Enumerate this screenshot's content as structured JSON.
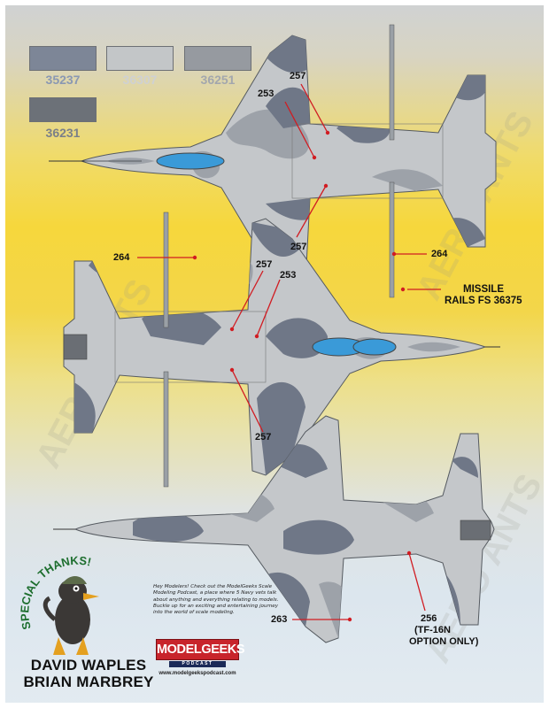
{
  "swatches": [
    {
      "code": "35237",
      "color": "#7d8697",
      "text_color": "#8a98b2"
    },
    {
      "code": "36307",
      "color": "#c3c6c8",
      "text_color": "#cfd1d2"
    },
    {
      "code": "36251",
      "color": "#969aa0",
      "text_color": "#a3a7ad"
    },
    {
      "code": "36231",
      "color": "#6c7178",
      "text_color": "#7b8088"
    }
  ],
  "callouts": {
    "top_257a": "257",
    "top_253": "253",
    "top_257b": "257",
    "mid_264_left": "264",
    "mid_264_right": "264",
    "mid_257a": "257",
    "mid_253": "253",
    "mid_257b": "257",
    "missile_rails_line1": "MISSILE",
    "missile_rails_line2": "RAILS FS 36375",
    "bot_263": "263",
    "bot_256_line1": "256",
    "bot_256_line2": "(TF-16N",
    "bot_256_line3": "OPTION ONLY)"
  },
  "thanks": {
    "banner": "SPECIAL THANKS!",
    "name1": "DAVID WAPLES",
    "name2": "BRIAN MARBREY"
  },
  "promo": {
    "text": "Hey Modelers! Check out the ModelGeeks Scale Modeling Podcast, a place where 5 Navy vets talk about anything and everything relating to models. Buckle up for an exciting and entertaining journey into the world of scale modeling.",
    "logo": "MODELGEEKS",
    "logo_sub": "PODCAST",
    "url": "www.modelgeekspodcast.com"
  },
  "watermark": "AERO ANTS",
  "colors": {
    "callout_line": "#d11c22",
    "camo_light": "#c4c7ca",
    "camo_mid": "#9da2a9",
    "camo_dark": "#6f7787",
    "canopy": "#3a9ad8"
  }
}
